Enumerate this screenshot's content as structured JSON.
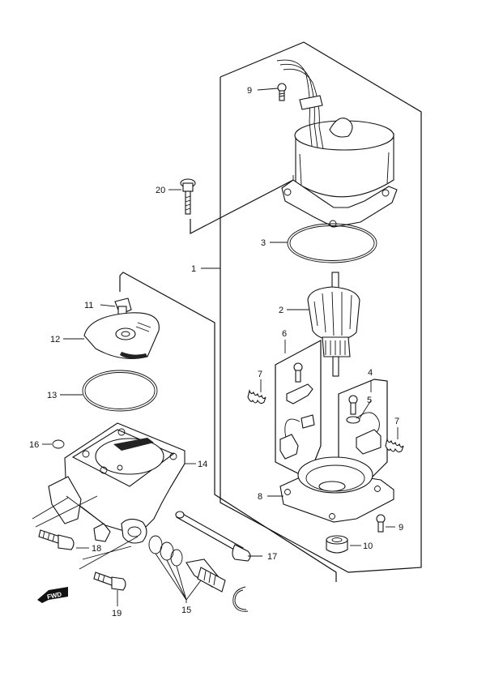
{
  "diagram": {
    "type": "exploded-parts-diagram",
    "direction_icon": {
      "name": "fwd-arrow-icon",
      "text": "FWD"
    },
    "callouts": [
      {
        "key": "c1",
        "label": "1"
      },
      {
        "key": "c2",
        "label": "2"
      },
      {
        "key": "c3",
        "label": "3"
      },
      {
        "key": "c4",
        "label": "4"
      },
      {
        "key": "c5",
        "label": "5"
      },
      {
        "key": "c6",
        "label": "6"
      },
      {
        "key": "c7a",
        "label": "7"
      },
      {
        "key": "c7b",
        "label": "7"
      },
      {
        "key": "c8",
        "label": "8"
      },
      {
        "key": "c9a",
        "label": "9"
      },
      {
        "key": "c9b",
        "label": "9"
      },
      {
        "key": "c10",
        "label": "10"
      },
      {
        "key": "c11",
        "label": "11"
      },
      {
        "key": "c12",
        "label": "12"
      },
      {
        "key": "c13",
        "label": "13"
      },
      {
        "key": "c14",
        "label": "14"
      },
      {
        "key": "c15",
        "label": "15"
      },
      {
        "key": "c16",
        "label": "16"
      },
      {
        "key": "c17",
        "label": "17"
      },
      {
        "key": "c18",
        "label": "18"
      },
      {
        "key": "c19",
        "label": "19"
      },
      {
        "key": "c20",
        "label": "20"
      }
    ]
  }
}
